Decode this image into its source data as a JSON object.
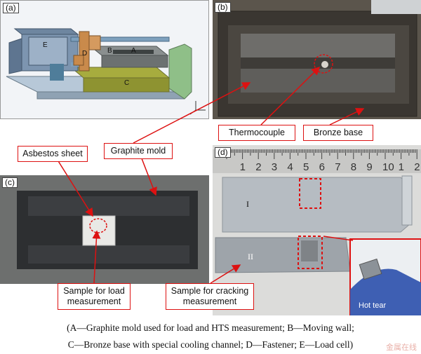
{
  "panels": {
    "a": {
      "label": "(a)",
      "parts": {
        "A": "A",
        "B": "B",
        "C": "C",
        "D": "D",
        "E": "E"
      }
    },
    "b": {
      "label": "(b)"
    },
    "c": {
      "label": "(c)"
    },
    "d": {
      "label": "(d)",
      "ruler_numbers": [
        "1",
        "2",
        "3",
        "4",
        "5",
        "6",
        "7",
        "8",
        "9",
        "10",
        "1",
        "2"
      ],
      "sample_I": "I",
      "sample_II": "II",
      "inset_label": "Hot tear"
    }
  },
  "callouts": {
    "thermocouple": "Thermocouple",
    "bronze_base": "Bronze base",
    "graphite_mold": "Graphite mold",
    "asbestos_sheet": "Asbestos sheet",
    "sample_load": [
      "Sample for load",
      "measurement"
    ],
    "sample_cracking": [
      "Sample for cracking",
      "measurement"
    ]
  },
  "caption": {
    "line1": "(A—Graphite mold used for load and HTS measurement; B—Moving wall;",
    "line2": "C—Bronze base with special cooling channel; D—Fastener; E—Load cell)"
  },
  "watermark": "金属在线",
  "colors": {
    "callout_border": "#dd1111",
    "arrow": "#dd1111"
  }
}
